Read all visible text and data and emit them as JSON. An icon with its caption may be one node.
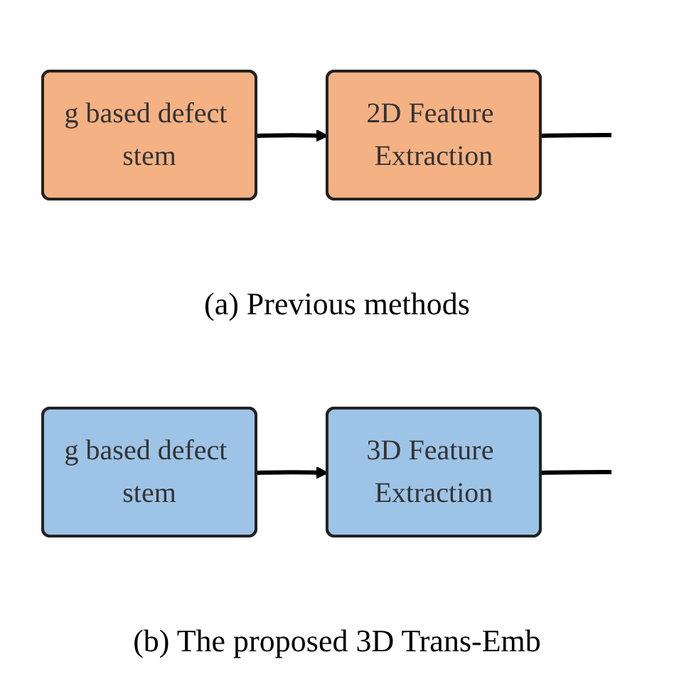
{
  "diagram": {
    "nodes": [
      {
        "text": [
          "g based defect stem"
        ]
      },
      {
        "text": [
          "2D Feature Extraction"
        ]
      },
      {
        "text": [
          "g based defect stem"
        ]
      },
      {
        "text": [
          "3D Feature Extraction"
        ]
      }
    ],
    "edges": [
      {
        "from": 0,
        "to": 1,
        "arrow": "to"
      },
      {
        "from": 1,
        "to": null,
        "arrow": "none"
      },
      {
        "from": 2,
        "to": 3,
        "arrow": "to"
      },
      {
        "from": 3,
        "to": null,
        "arrow": "none"
      }
    ],
    "labels": [
      "(a) Previous methods",
      "(b) The proposed 3D Trans-Emb"
    ]
  }
}
